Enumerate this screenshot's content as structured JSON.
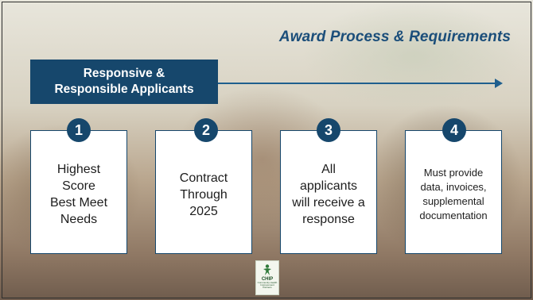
{
  "slide": {
    "title": "Award Process & Requirements",
    "banner": {
      "line1": "Responsive &",
      "line2": "Responsible Applicants"
    },
    "steps": [
      {
        "number": "1",
        "text_lines": [
          "Highest",
          "Score",
          "Best Meet",
          "Needs"
        ]
      },
      {
        "number": "2",
        "text_lines": [
          "Contract",
          "Through",
          "2025"
        ]
      },
      {
        "number": "3",
        "text_lines": [
          "All",
          "applicants",
          "will receive a",
          "response"
        ]
      },
      {
        "number": "4",
        "text_lines": [
          "Must provide",
          "data, invoices,",
          "supplemental",
          "documentation"
        ]
      }
    ],
    "logo": {
      "name": "CHIP",
      "subtitle": "Community Health Improvement Partners"
    },
    "colors": {
      "primary": "#16476c",
      "title": "#1b4e7a",
      "card_bg": "#ffffff"
    }
  }
}
